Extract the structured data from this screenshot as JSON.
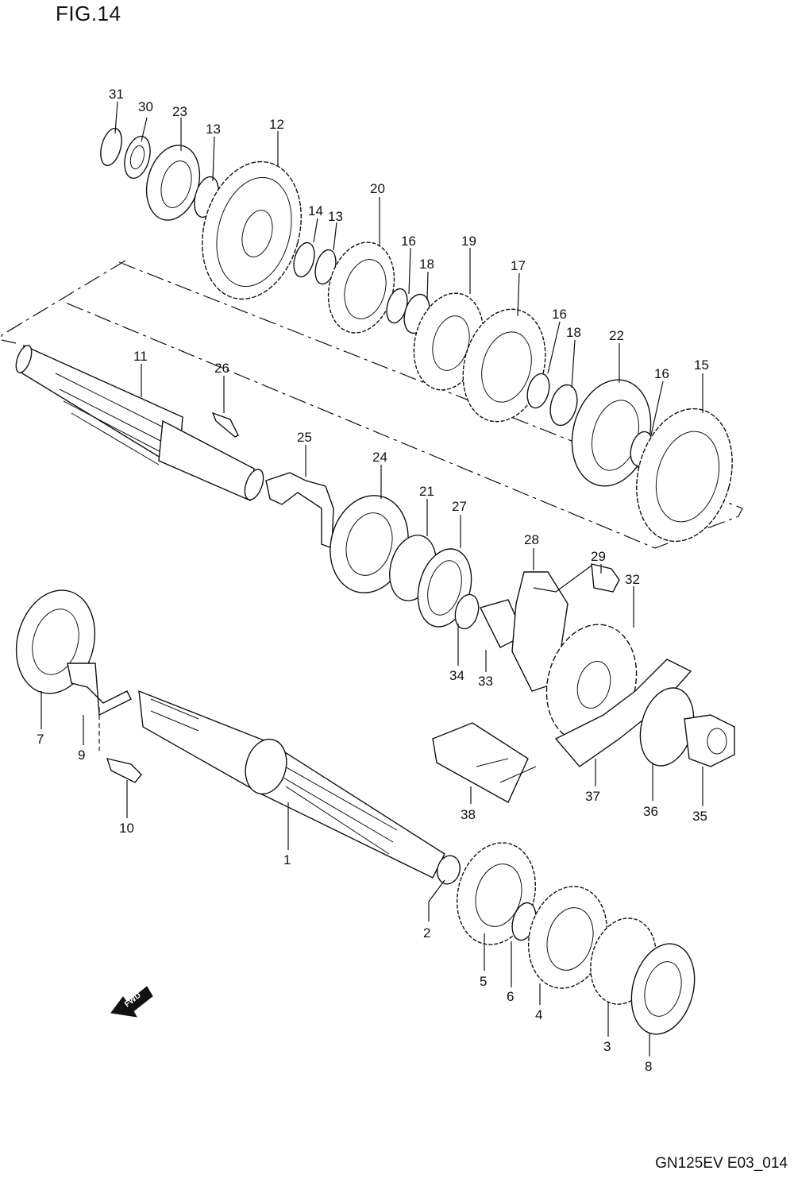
{
  "figure_title": "FIG.14",
  "drawing_code": "GN125EV E03_014",
  "fwd_label": "FWD",
  "callouts": [
    {
      "id": "1",
      "text": "1"
    },
    {
      "id": "2",
      "text": "2"
    },
    {
      "id": "3",
      "text": "3"
    },
    {
      "id": "4",
      "text": "4"
    },
    {
      "id": "5",
      "text": "5"
    },
    {
      "id": "6",
      "text": "6"
    },
    {
      "id": "7",
      "text": "7"
    },
    {
      "id": "8",
      "text": "8"
    },
    {
      "id": "9",
      "text": "9"
    },
    {
      "id": "10",
      "text": "10"
    },
    {
      "id": "11",
      "text": "11"
    },
    {
      "id": "12",
      "text": "12"
    },
    {
      "id": "13a",
      "text": "13"
    },
    {
      "id": "13b",
      "text": "13"
    },
    {
      "id": "14",
      "text": "14"
    },
    {
      "id": "15",
      "text": "15"
    },
    {
      "id": "16a",
      "text": "16"
    },
    {
      "id": "16b",
      "text": "16"
    },
    {
      "id": "16c",
      "text": "16"
    },
    {
      "id": "17",
      "text": "17"
    },
    {
      "id": "18a",
      "text": "18"
    },
    {
      "id": "18b",
      "text": "18"
    },
    {
      "id": "19",
      "text": "19"
    },
    {
      "id": "20",
      "text": "20"
    },
    {
      "id": "21",
      "text": "21"
    },
    {
      "id": "22",
      "text": "22"
    },
    {
      "id": "23",
      "text": "23"
    },
    {
      "id": "24",
      "text": "24"
    },
    {
      "id": "25",
      "text": "25"
    },
    {
      "id": "26",
      "text": "26"
    },
    {
      "id": "27",
      "text": "27"
    },
    {
      "id": "28",
      "text": "28"
    },
    {
      "id": "29",
      "text": "29"
    },
    {
      "id": "30",
      "text": "30"
    },
    {
      "id": "31",
      "text": "31"
    },
    {
      "id": "32",
      "text": "32"
    },
    {
      "id": "33",
      "text": "33"
    },
    {
      "id": "34",
      "text": "34"
    },
    {
      "id": "35",
      "text": "35"
    },
    {
      "id": "36",
      "text": "36"
    },
    {
      "id": "37",
      "text": "37"
    },
    {
      "id": "38",
      "text": "38"
    }
  ]
}
